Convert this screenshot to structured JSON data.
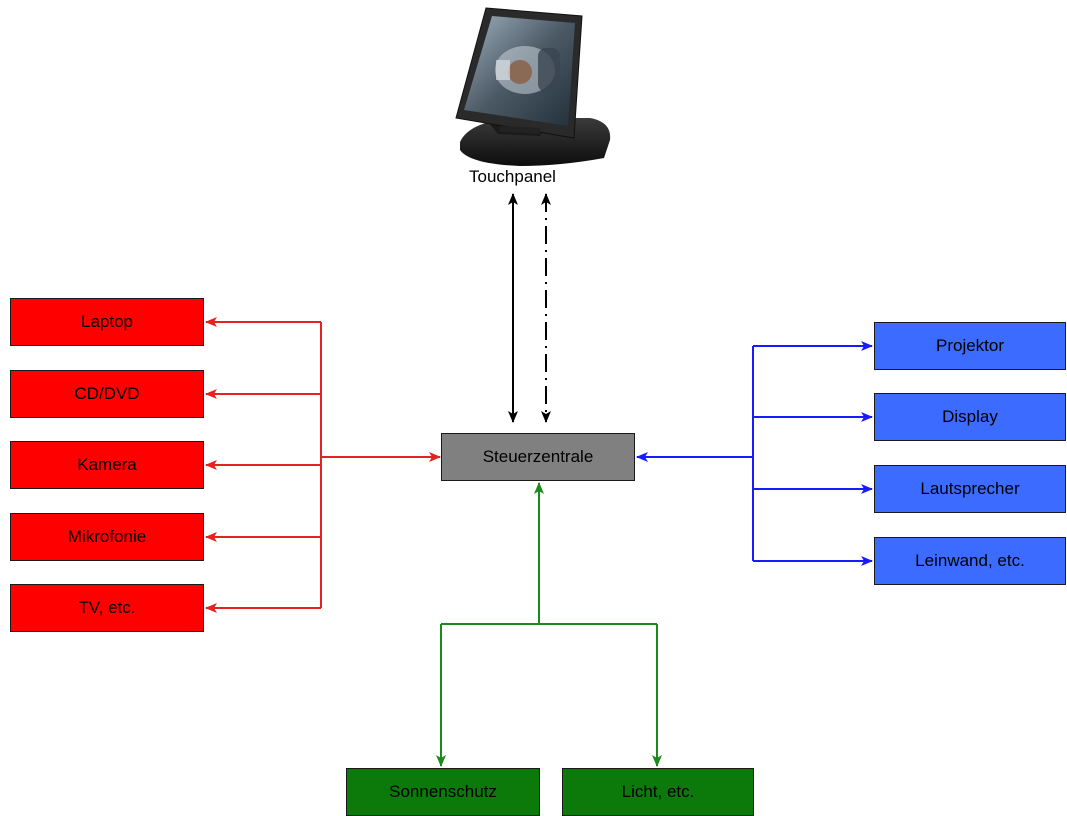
{
  "touchpanel": {
    "label": "Touchpanel"
  },
  "central": {
    "label": "Steuerzentrale"
  },
  "inputs": [
    {
      "label": "Laptop"
    },
    {
      "label": "CD/DVD"
    },
    {
      "label": "Kamera"
    },
    {
      "label": "Mikrofonie"
    },
    {
      "label": "TV, etc."
    }
  ],
  "outputs": [
    {
      "label": "Projektor"
    },
    {
      "label": "Display"
    },
    {
      "label": "Lautsprecher"
    },
    {
      "label": "Leinwand, etc."
    }
  ],
  "controls": [
    {
      "label": "Sonnenschutz"
    },
    {
      "label": "Licht, etc."
    }
  ],
  "colors": {
    "inputs": "#ff0000",
    "outputs": "#3b6cff",
    "controls": "#0b7a0b",
    "central": "#808080",
    "touch_link": "#000000",
    "input_lines": "#e32222",
    "output_lines": "#1a1aff",
    "control_lines": "#1a8a1a"
  }
}
